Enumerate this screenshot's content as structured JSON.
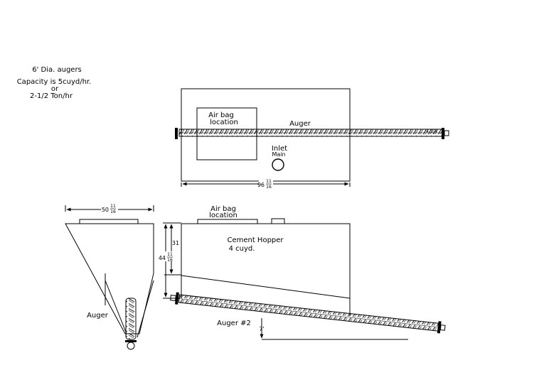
{
  "notes": {
    "line1": "6' Dia. augers",
    "line2": "Capacity is 5cuyd/hr.",
    "line3": "or",
    "line4": "2-1/2 Ton/hr"
  },
  "top_view": {
    "air_bag_line1": "Air bag",
    "air_bag_line2": "location",
    "auger_label": "Auger",
    "inlet_line1": "Inlet",
    "inlet_line2": "Main",
    "width_whole": "96",
    "width_num": "11",
    "width_den": "16",
    "end_dim": "4 3/4"
  },
  "side_view": {
    "air_bag_line1": "Air bag",
    "air_bag_line2": "location",
    "hopper_line1": "Cement Hopper",
    "hopper_line2": "4 cuyd.",
    "height_upper": "31",
    "height_total_whole": "44",
    "height_total_num": "11",
    "height_total_den": "16",
    "auger_label": "Auger #2",
    "rise_dim": "7'"
  },
  "end_view": {
    "width_whole": "50",
    "width_num": "11",
    "width_den": "16",
    "auger_label": "Auger"
  }
}
